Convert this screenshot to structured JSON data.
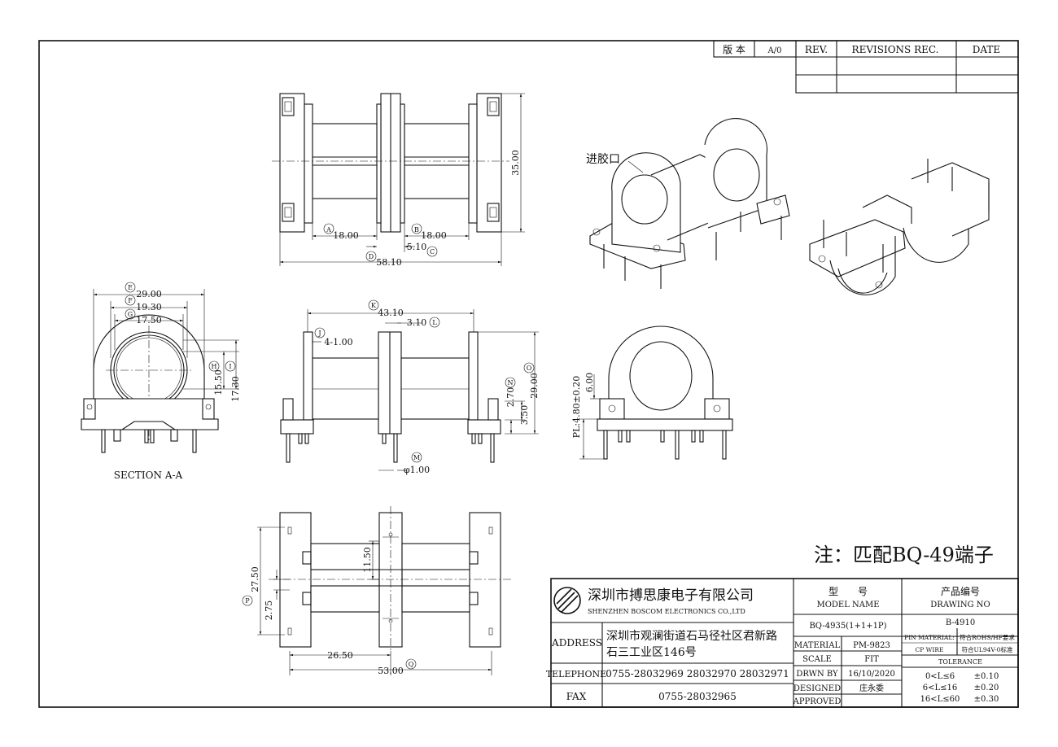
{
  "revision_table": {
    "version_label": "版 本",
    "version_value": "A/0",
    "rev_label": "REV.",
    "revisions_label": "REVISIONS REC.",
    "date_label": "DATE"
  },
  "top_view": {
    "dim_a": "18.00",
    "dim_b": "18.00",
    "dim_c": "5.10",
    "dim_d": "58.10",
    "dim_height": "35.00",
    "bubble_a": "A",
    "bubble_b": "B",
    "bubble_c": "C",
    "bubble_d": "D"
  },
  "section_view": {
    "dim_e": "29.00",
    "dim_f": "19.30",
    "dim_g": "17.50",
    "dim_h": "15.50",
    "dim_i": "17.30",
    "bubble_e": "E",
    "bubble_f": "F",
    "bubble_g": "G",
    "bubble_h": "H",
    "bubble_i": "I",
    "caption": "SECTION A-A"
  },
  "side_view": {
    "dim_k": "43.10",
    "dim_l": "3.10",
    "dim_j": "4-1.00",
    "dim_n1": "2.70",
    "dim_n2": "3.50",
    "dim_o": "29.00",
    "dim_m": "φ1.00",
    "bubble_k": "K",
    "bubble_l": "L",
    "bubble_j": "J",
    "bubble_n": "N",
    "bubble_o": "O",
    "bubble_m": "M"
  },
  "end_view": {
    "dim_pl": "PL:4.80±0.20",
    "dim_6": "6.00"
  },
  "bottom_view": {
    "dim_27": "27.50",
    "dim_275": "2.75",
    "dim_115": "11.50",
    "dim_265": "26.50",
    "dim_53": "53.00",
    "bubble_p": "P",
    "bubble_q": "Q"
  },
  "iso_label": "进胶口",
  "note": "注：匹配BQ-49端子",
  "title_block": {
    "company_cn": "深圳市搏思康电子有限公司",
    "company_en": "SHENZHEN BOSCOM ELECTRONICS CO.,LTD",
    "address_label": "ADDRESS",
    "address_line1": "深圳市观澜街道石马径社区君新路",
    "address_line2": "石三工业区146号",
    "telephone_label": "TELEPHONE",
    "telephone_value": "0755-28032969 28032970 28032971",
    "fax_label": "FAX",
    "fax_value": "0755-28032965",
    "model_cn": "型　　号",
    "model_en": "MODEL NAME",
    "model_value": "BQ-4935(1+1+1P)",
    "drawing_cn": "产品编号",
    "drawing_en": "DRAWING NO",
    "drawing_value": "B-4910",
    "material_label": "MATERIAL",
    "material_value": "PM-9823",
    "scale_label": "SCALE",
    "scale_value": "FIT",
    "drawn_label": "DRWN BY",
    "drawn_value": "16/10/2020",
    "designed_label": "DESIGNED",
    "designed_value": "庄永委",
    "approved_label": "APPROVED",
    "pin_material_label": "PIN MATERIAL:",
    "pin_material_value": "符合ROHS/HF要求",
    "cp_wire_label": "CP WIRE",
    "cp_wire_value": "符合UL94V-0标准",
    "tolerance_label": "TOLERANCE",
    "tol1_range": "0<L≤6",
    "tol1_value": "±0.10",
    "tol2_range": "6<L≤16",
    "tol2_value": "±0.20",
    "tol3_range": "16<L≤60",
    "tol3_value": "±0.30"
  }
}
